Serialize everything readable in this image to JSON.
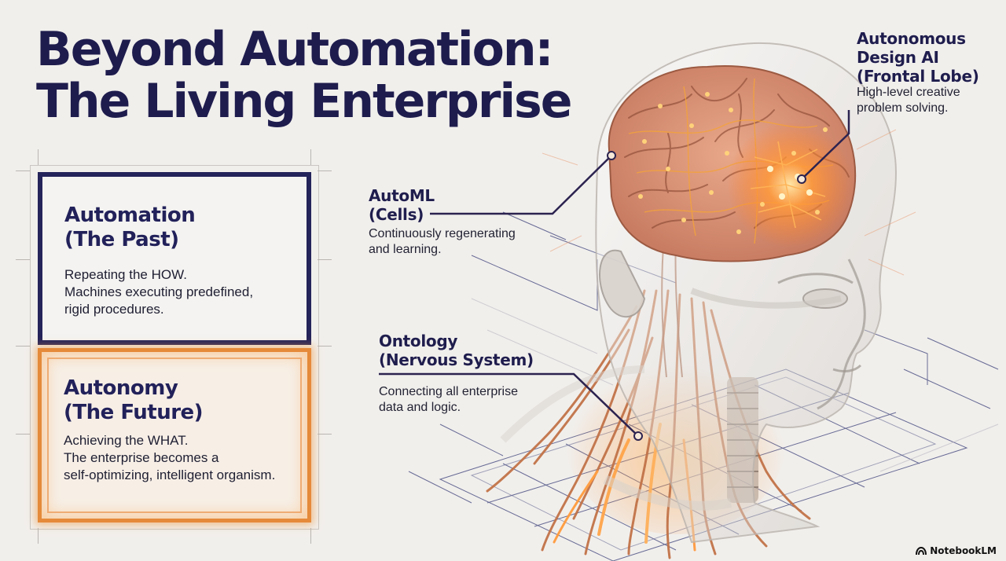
{
  "title": {
    "line1": "Beyond Automation:",
    "line2": "The Living Enterprise"
  },
  "cards": {
    "past": {
      "heading_line1": "Automation",
      "heading_line2": "(The Past)",
      "body_line1": "Repeating the HOW.",
      "body_line2": "Machines executing predefined,",
      "body_line3": "rigid procedures."
    },
    "future": {
      "heading_line1": "Autonomy",
      "heading_line2": "(The Future)",
      "body_line1": "Achieving the WHAT.",
      "body_line2": "The enterprise becomes a",
      "body_line3": "self-optimizing, intelligent organism."
    }
  },
  "callouts": {
    "design_ai": {
      "title_line1": "Autonomous",
      "title_line2": "Design AI",
      "title_line3": "(Frontal Lobe)",
      "desc_line1": "High-level creative",
      "desc_line2": "problem solving."
    },
    "automl": {
      "title_line1": "AutoML",
      "title_line2": "(Cells)",
      "desc_line1": "Continuously regenerating",
      "desc_line2": "and learning."
    },
    "ontology": {
      "title_line1": "Ontology",
      "title_line2": "(Nervous System)",
      "desc_line1": "Connecting all enterprise",
      "desc_line2": "data and logic."
    }
  },
  "brand": {
    "label": "NotebookLM",
    "icon": "notebooklm-logo-icon"
  },
  "colors": {
    "navy": "#24235a",
    "glow_orange": "#e58a3a",
    "background": "#f1efec"
  }
}
